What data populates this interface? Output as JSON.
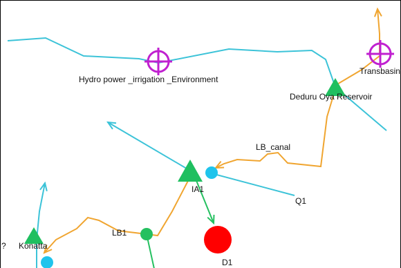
{
  "colors": {
    "river": "#3cc3d8",
    "canal": "#f0a530",
    "reservoir": "#1fbf60",
    "node": "#1fc4ec",
    "junction": "#25c060",
    "demand": "#ff0000",
    "hydropower": "#c020d0",
    "arrow_green": "#25c060"
  },
  "labels": {
    "hydropower_main": "Hydro power _irrigation _Environment",
    "hydropower_right": "Transbasin",
    "reservoir_deduru": "Deduru Oya Reservoir",
    "canal_lb": "LB_canal",
    "node_ia1": "IA1",
    "node_q1": "Q1",
    "node_lb1": "LB1",
    "reservoir_konatta": "Konatta",
    "node_d1": "D1",
    "edge_char": "?"
  },
  "icons": {
    "hydropower": "crosshair-circle-icon",
    "reservoir": "triangle-icon",
    "node": "circle-icon",
    "demand": "red-circle-icon"
  }
}
